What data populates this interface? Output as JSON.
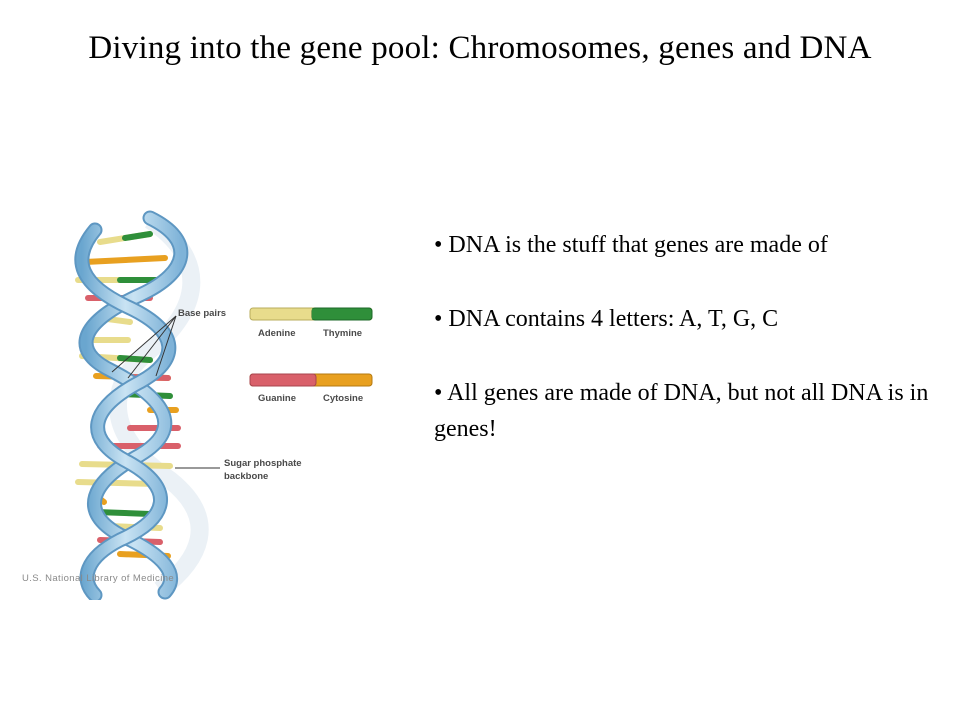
{
  "slide": {
    "title": "Diving into the gene pool:  Chromosomes, genes and DNA",
    "bullets": [
      "• DNA is the stuff that genes are made of",
      "• DNA contains 4 letters: A, T, G, C",
      "• All genes are made of DNA, but not all DNA is in genes!"
    ]
  },
  "figure": {
    "labels": {
      "base_pairs": "Base pairs",
      "adenine": "Adenine",
      "thymine": "Thymine",
      "guanine": "Guanine",
      "cytosine": "Cytosine",
      "backbone_line1": "Sugar phosphate",
      "backbone_line2": "backbone"
    },
    "credit": "U.S. National Library of Medicine",
    "colors": {
      "adenine": "#e8dc8c",
      "thymine": "#2f8f3a",
      "guanine": "#d9606a",
      "cytosine": "#e8a020",
      "backbone": "#8fc1e0"
    }
  }
}
